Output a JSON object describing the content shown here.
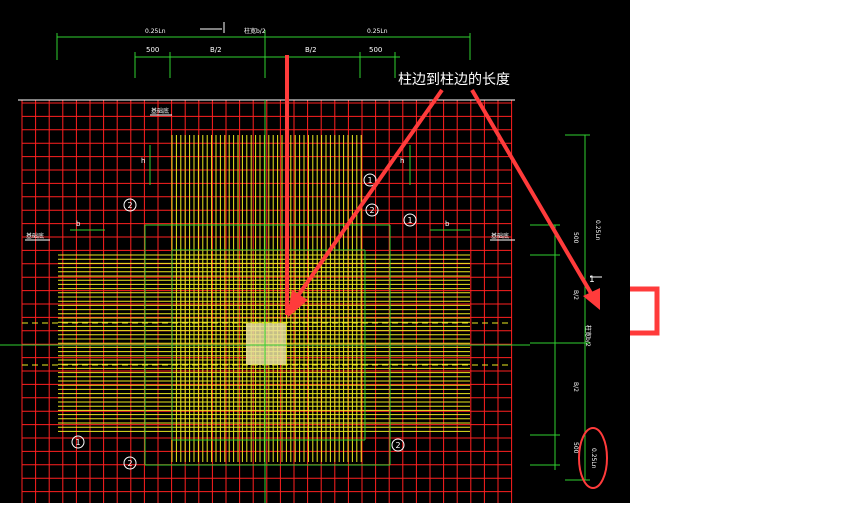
{
  "annotation": {
    "callout": "柱边到柱边的长度",
    "color": "#ff3b3b"
  },
  "dimensions": {
    "top_outer_left": "0.25Ln",
    "top_outer_right": "0.25Ln",
    "top_center": "柱宽b/2",
    "top_left_500": "500",
    "top_left_b2": "B/2",
    "top_right_b2": "B/2",
    "top_right_500": "500",
    "right_top": "0.25Ln",
    "right_500_top": "500",
    "right_b2_top": "B/2",
    "right_center": "柱宽b/2",
    "right_b2_bottom": "B/2",
    "right_500_bottom": "500",
    "right_bottom": "0.25Ln",
    "h_label": "h",
    "b_label": "b",
    "arrow_marker": "1"
  },
  "bubbles": [
    "1",
    "2"
  ],
  "tags": {
    "tag_a": "基础底",
    "tag_b": "基础底",
    "tag_c": "基础底"
  },
  "colors": {
    "background": "#000000",
    "grid_red": "#ff2020",
    "grid_yellow": "#e8e820",
    "dim_green": "#30d030",
    "column_fill": "#e8e0a0",
    "text_white": "#ffffff"
  }
}
